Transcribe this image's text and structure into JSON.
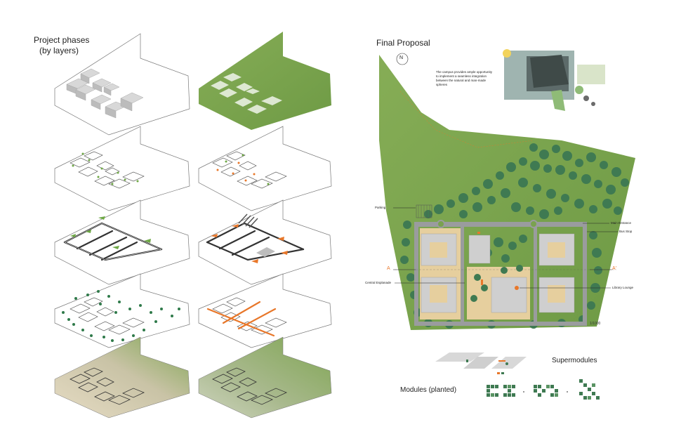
{
  "phases": {
    "title_line1": "Project phases",
    "title_line2": "(by layers)"
  },
  "proposal": {
    "title": "Final Proposal",
    "north": "N",
    "description": [
      "The campus provides ample opportunity",
      "to implement a seamless integration",
      "between the natural and man-made",
      "spheres"
    ],
    "labels": {
      "parking": "Parking",
      "main_entrance": "Main Entrance",
      "bus_stop": "Bus Stop",
      "section_a": "A",
      "section_a_prime": "A'",
      "central_esplanade": "Central Esplanade",
      "library_lounge": "Library Lounge",
      "scale": "1/1000"
    }
  },
  "modules": {
    "supermodules": "Supermodules",
    "modules_planted": "Modules (planted)"
  },
  "colors": {
    "grass": "#7aa24f",
    "tree": "#3f7a52",
    "tree_light": "#5a9463",
    "road": "#9a9c9e",
    "sand": "#e6cf9e",
    "orange": "#e8772a",
    "building": "#cfcfcf",
    "line": "#555555"
  }
}
